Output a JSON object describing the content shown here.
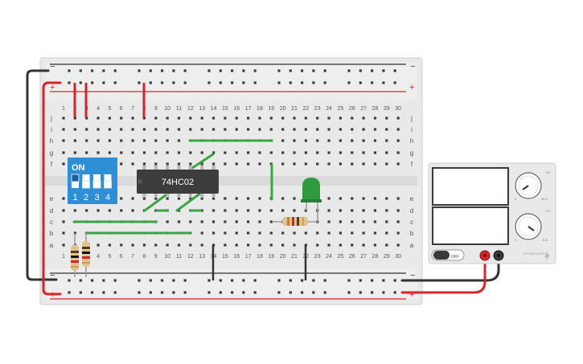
{
  "breadboard": {
    "column_numbers": [
      "1",
      "2",
      "3",
      "4",
      "5",
      "6",
      "7",
      "8",
      "9",
      "10",
      "11",
      "12",
      "13",
      "14",
      "15",
      "16",
      "17",
      "18",
      "19",
      "20",
      "21",
      "22",
      "23",
      "24",
      "25",
      "26",
      "27",
      "28",
      "29",
      "30"
    ],
    "row_letters_top": [
      "j",
      "i",
      "h",
      "g",
      "f"
    ],
    "row_letters_bottom": [
      "e",
      "d",
      "c",
      "b",
      "a"
    ],
    "rail_minus": "−",
    "rail_plus": "+"
  },
  "chip": {
    "label": "74HC02"
  },
  "dip_switch": {
    "on_label": "ON",
    "switch_numbers": [
      "1",
      "2",
      "3",
      "4"
    ],
    "switch_states": [
      "on",
      "off",
      "off",
      "off"
    ],
    "color": "#2f8fd6"
  },
  "led": {
    "color": "#2e9b3f"
  },
  "power_supply": {
    "voltage_display": "",
    "current_display": "",
    "vc_label": "VC",
    "cc_label": "CC",
    "voltage_min": "0",
    "voltage_max": "30 V",
    "current_min": "0",
    "current_max": "5 A",
    "switch_label": "OFF",
    "brand_label": "VOLTAGE SUPPLY"
  },
  "colors": {
    "wire_red": "#d8232a",
    "wire_black": "#333333",
    "wire_green": "#3aa544",
    "breadboard": "#e6e6e6",
    "chip_body": "#3d3d3d"
  }
}
